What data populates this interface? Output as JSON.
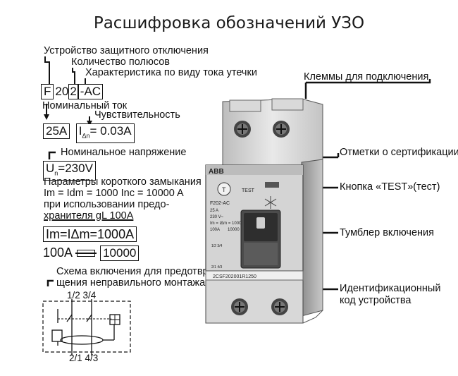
{
  "title": "Расшифровка обозначений УЗО",
  "left": {
    "device_type": "Устройство защитного отключения",
    "poles": "Количество полюсов",
    "leak_char": "Характеристика по виду тока утечки",
    "code_f": "F",
    "code_20": "20",
    "code_2": "2",
    "code_ac": "-AC",
    "rated_current": "Номинальный ток",
    "sensitivity": "Чувствительность",
    "current_box": "25A",
    "sens_box_prefix": "I",
    "sens_box_sub": "Δn",
    "sens_box_value": "= 0.03A",
    "rated_voltage": "Номинальное напряжение",
    "voltage_prefix": "U",
    "voltage_sub": "n",
    "voltage_value": "=230V",
    "short_circuit_1": "Параметры короткого замыкания",
    "short_circuit_2": "Im = Idm = 1000 Inc = 10000 A",
    "short_circuit_3": "при использовании предо-",
    "short_circuit_4": "хранителя gL 100A",
    "im_formula": "Im=IΔm=1000A",
    "fuse_left": "100A",
    "fuse_right": "10000",
    "scheme_1": "Схема включения для предотвра-",
    "scheme_2": "щения неправильного монтажа",
    "terminals_top": "1/2 3/4",
    "terminals_bottom": "2/1 4/3"
  },
  "right": {
    "terminals": "Клеммы для подключения",
    "certification": "Отметки о сертификации",
    "test_button": "Кнопка «TEST»(тест)",
    "toggle": "Тумблер включения",
    "id_code_1": "Идентификационный",
    "id_code_2": "код устройства"
  },
  "device": {
    "brand": "ABB",
    "model": "F202-AC",
    "test_label": "TEST",
    "rating": "25 A",
    "voltage": "230 V~",
    "im": "Im = IΔm = 1000 A",
    "fuse": "100A",
    "fuse_box": "10000",
    "terms_top": "1/2 3/4",
    "terms_bottom": "2/1 4/3",
    "id_code": "2CSF202001R1250"
  }
}
